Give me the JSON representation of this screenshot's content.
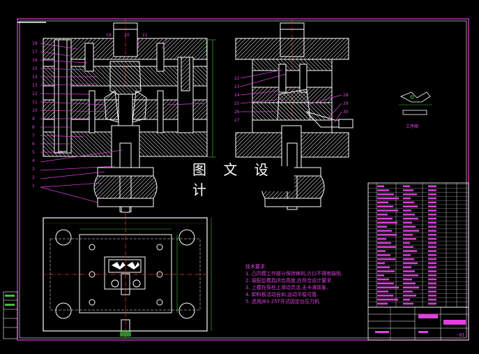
{
  "watermark": "图 文 设 计",
  "section_view_label": "工序图",
  "sheet_number": "-01",
  "technical_requirements": {
    "title": "技术要求:",
    "items": [
      "1. 凸凹模工作部分保持锋利,刃口不得有缺陷.",
      "2. 装配后模具闭合高度,应符合设计要求.",
      "3. 上模在导柱上滑动灵活,无卡滞现象.",
      "4. 卸料板活动自如,运动平稳可靠.",
      "5. 选用JB3-25T开式固定台压力机."
    ]
  },
  "left_view_part_numbers": [
    "18",
    "17",
    "16",
    "15",
    "14",
    "13",
    "12",
    "11",
    "10",
    "9",
    "8",
    "7",
    "6",
    "5",
    "4",
    "3",
    "2",
    "1"
  ],
  "top_part_numbers": [
    "19",
    "20",
    "21"
  ],
  "right_view_part_numbers_left": [
    "22",
    "23",
    "24",
    "25",
    "26",
    "27"
  ],
  "right_view_part_numbers_right": [
    "28",
    "29",
    "30"
  ],
  "colors": {
    "outline": "#ffffff",
    "leader": "#e040e0",
    "centerline": "#ff3030",
    "dimension": "#40c040",
    "hatch": "#ffffff",
    "accent_yellow": "#e0e040"
  }
}
